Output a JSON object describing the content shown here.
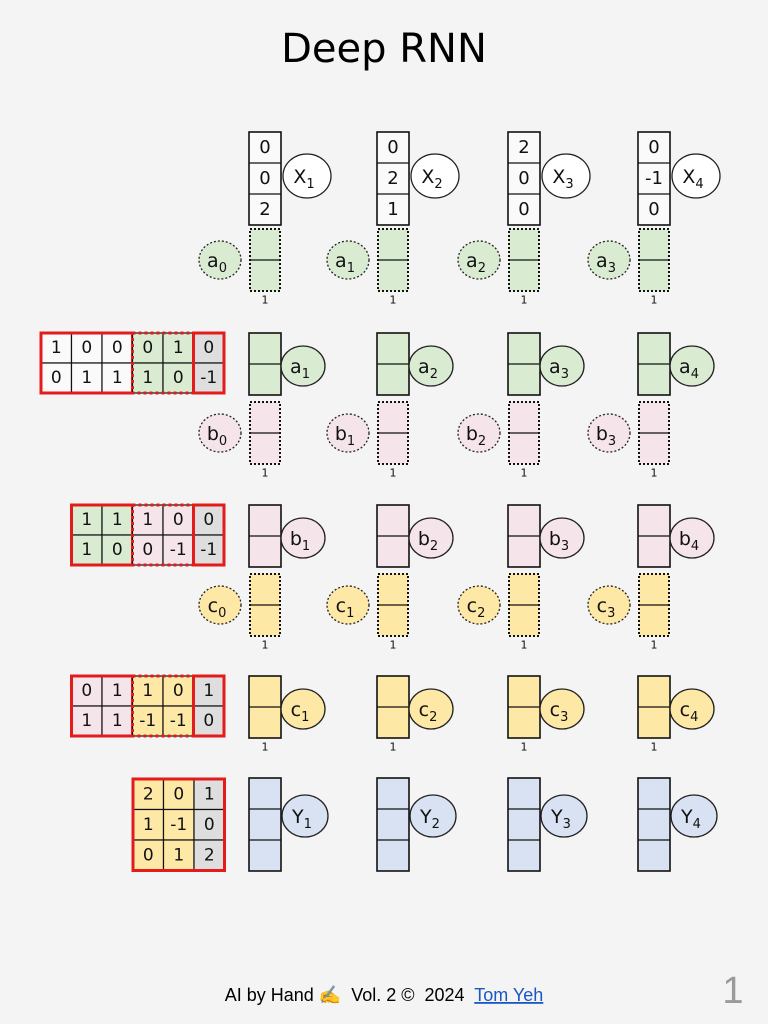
{
  "title": "Deep RNN",
  "footer": {
    "prefix": "AI by Hand",
    "emoji": "✍",
    "rest": " Vol. 2 ©  2024 ",
    "author": "Tom Yeh",
    "page": "1"
  },
  "bias_label": "1",
  "colors": {
    "green": "#d9ecd2",
    "pink": "#f5e4ea",
    "yellow": "#fde8a6",
    "blue": "#d8e2f3",
    "gray": "#dedede",
    "red": "#e21b1b"
  },
  "inputs": [
    {
      "values": [
        "0",
        "0",
        "2"
      ],
      "name": "X",
      "sub": "1"
    },
    {
      "values": [
        "0",
        "2",
        "1"
      ],
      "name": "X",
      "sub": "2"
    },
    {
      "values": [
        "2",
        "0",
        "0"
      ],
      "name": "X",
      "sub": "3"
    },
    {
      "values": [
        "0",
        "-1",
        "0"
      ],
      "name": "X",
      "sub": "4"
    }
  ],
  "layers": [
    {
      "prev_states": [
        {
          "name": "a",
          "sub": "0"
        },
        {
          "name": "a",
          "sub": "1"
        },
        {
          "name": "a",
          "sub": "2"
        },
        {
          "name": "a",
          "sub": "3"
        }
      ],
      "outputs": [
        {
          "name": "a",
          "sub": "1"
        },
        {
          "name": "a",
          "sub": "2"
        },
        {
          "name": "a",
          "sub": "3"
        },
        {
          "name": "a",
          "sub": "4"
        }
      ],
      "weight_input": [
        [
          "1",
          "0",
          "0"
        ],
        [
          "0",
          "1",
          "1"
        ]
      ],
      "weight_recurrent": [
        [
          "0",
          "1"
        ],
        [
          "1",
          "0"
        ]
      ],
      "bias": [
        "0",
        "-1"
      ]
    },
    {
      "prev_states": [
        {
          "name": "b",
          "sub": "0"
        },
        {
          "name": "b",
          "sub": "1"
        },
        {
          "name": "b",
          "sub": "2"
        },
        {
          "name": "b",
          "sub": "3"
        }
      ],
      "outputs": [
        {
          "name": "b",
          "sub": "1"
        },
        {
          "name": "b",
          "sub": "2"
        },
        {
          "name": "b",
          "sub": "3"
        },
        {
          "name": "b",
          "sub": "4"
        }
      ],
      "weight_input": [
        [
          "1",
          "1"
        ],
        [
          "1",
          "0"
        ]
      ],
      "weight_recurrent": [
        [
          "1",
          "0"
        ],
        [
          "0",
          "-1"
        ]
      ],
      "bias": [
        "0",
        "-1"
      ]
    },
    {
      "prev_states": [
        {
          "name": "c",
          "sub": "0"
        },
        {
          "name": "c",
          "sub": "1"
        },
        {
          "name": "c",
          "sub": "2"
        },
        {
          "name": "c",
          "sub": "3"
        }
      ],
      "outputs": [
        {
          "name": "c",
          "sub": "1"
        },
        {
          "name": "c",
          "sub": "2"
        },
        {
          "name": "c",
          "sub": "3"
        },
        {
          "name": "c",
          "sub": "4"
        }
      ],
      "weight_input": [
        [
          "0",
          "1"
        ],
        [
          "1",
          "1"
        ]
      ],
      "weight_recurrent": [
        [
          "1",
          "0"
        ],
        [
          "-1",
          "-1"
        ]
      ],
      "bias": [
        "1",
        "0"
      ]
    }
  ],
  "output_layer": {
    "outputs": [
      {
        "name": "Y",
        "sub": "1"
      },
      {
        "name": "Y",
        "sub": "2"
      },
      {
        "name": "Y",
        "sub": "3"
      },
      {
        "name": "Y",
        "sub": "4"
      }
    ],
    "weight": [
      [
        "2",
        "0"
      ],
      [
        "1",
        "-1"
      ],
      [
        "0",
        "1"
      ]
    ],
    "bias": [
      "1",
      "0",
      "2"
    ]
  }
}
